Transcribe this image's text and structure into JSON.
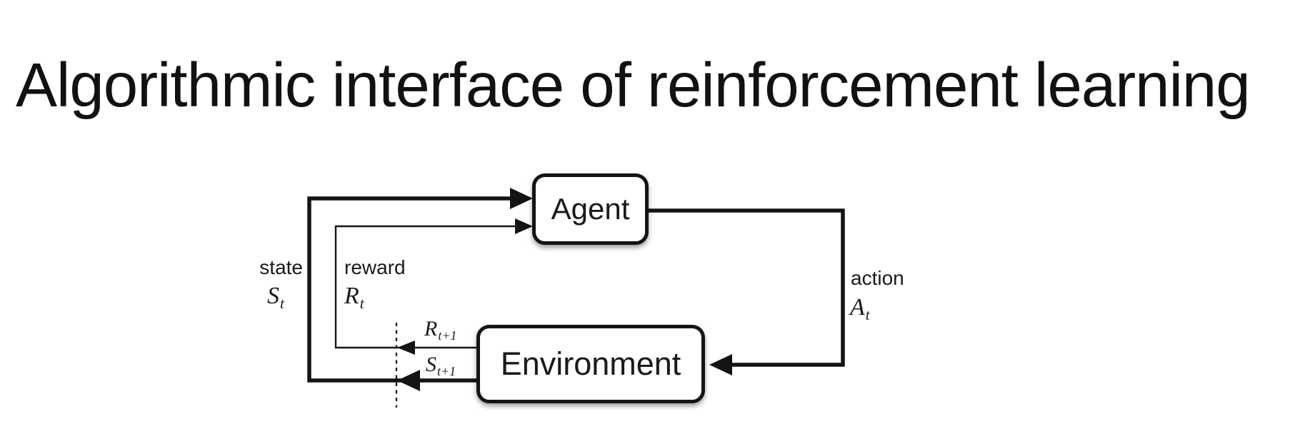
{
  "title": "Algorithmic interface of reinforcement learning",
  "diagram": {
    "agent": {
      "label": "Agent"
    },
    "environment": {
      "label": "Environment"
    },
    "labels": {
      "state": {
        "name": "state",
        "symbol": "S",
        "sub": "t"
      },
      "reward": {
        "name": "reward",
        "symbol": "R",
        "sub": "t"
      },
      "action": {
        "name": "action",
        "symbol": "A",
        "sub": "t"
      },
      "next_reward": {
        "symbol": "R",
        "sub": "t+1"
      },
      "next_state": {
        "symbol": "S",
        "sub": "t+1"
      }
    },
    "colors": {
      "background": "#ffffff",
      "line": "#141414",
      "box_fill": "#ffffff",
      "box_border": "#141414",
      "text": "#1a1a1a"
    }
  }
}
